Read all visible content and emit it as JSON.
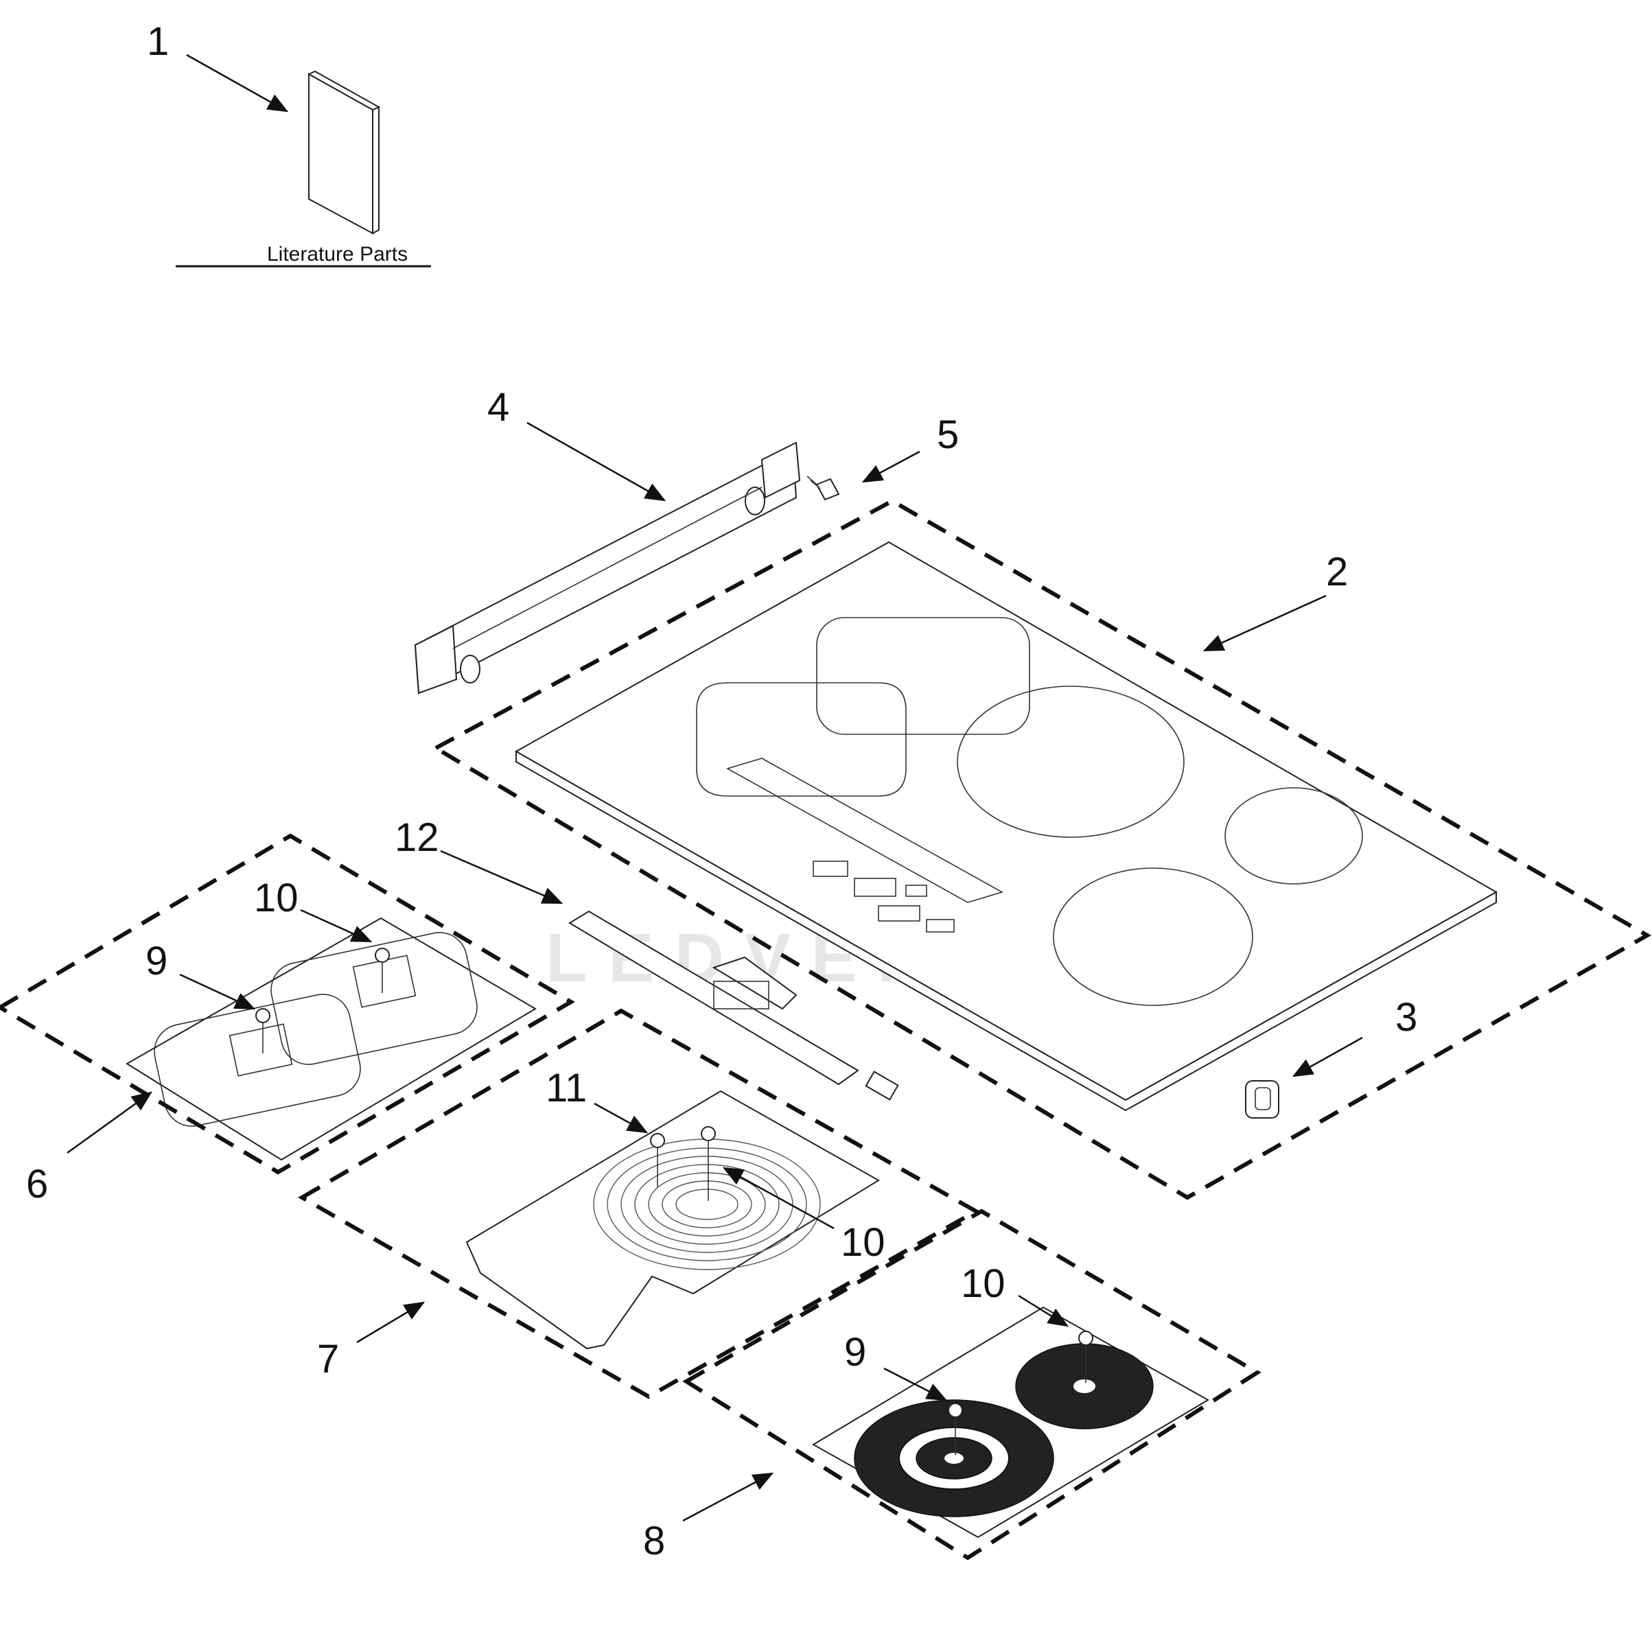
{
  "diagram": {
    "literature_label": "Literature Parts",
    "watermark": "LEDVENTURE",
    "callouts": [
      {
        "id": "c1",
        "label": "1"
      },
      {
        "id": "c2",
        "label": "2"
      },
      {
        "id": "c3",
        "label": "3"
      },
      {
        "id": "c4",
        "label": "4"
      },
      {
        "id": "c5",
        "label": "5"
      },
      {
        "id": "c6",
        "label": "6"
      },
      {
        "id": "c7",
        "label": "7"
      },
      {
        "id": "c8",
        "label": "8"
      },
      {
        "id": "c9a",
        "label": "9"
      },
      {
        "id": "c9b",
        "label": "9"
      },
      {
        "id": "c10a",
        "label": "10"
      },
      {
        "id": "c10b",
        "label": "10"
      },
      {
        "id": "c10c",
        "label": "10"
      },
      {
        "id": "c11",
        "label": "11"
      },
      {
        "id": "c12",
        "label": "12"
      }
    ]
  }
}
